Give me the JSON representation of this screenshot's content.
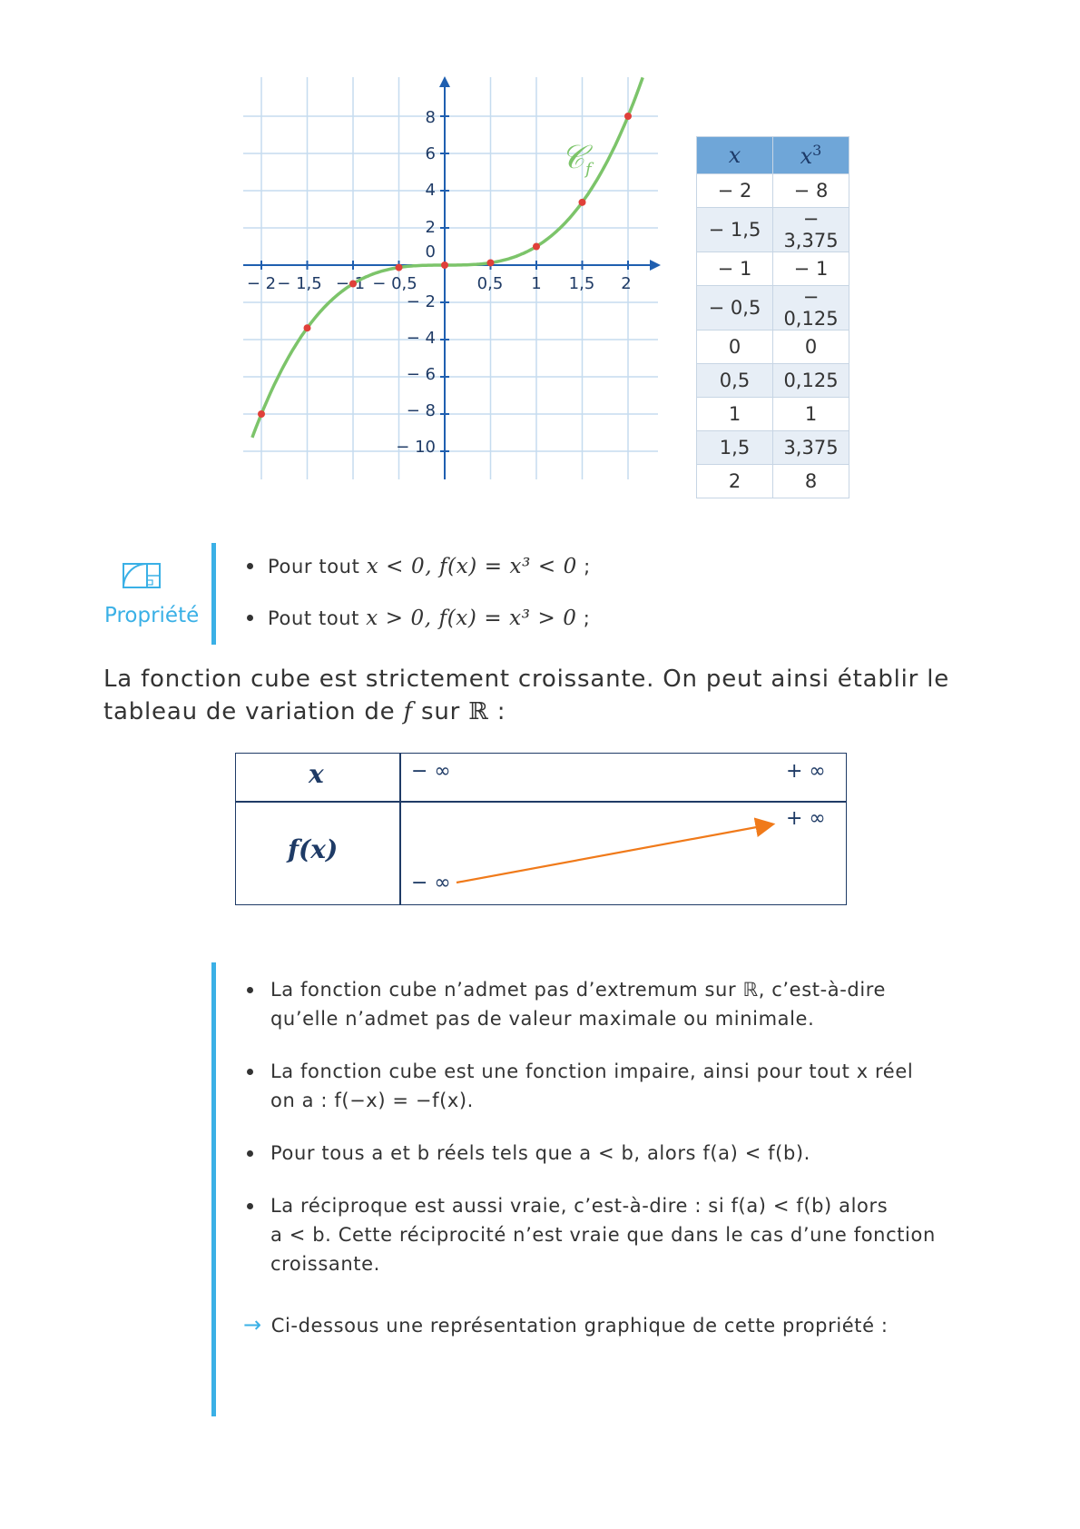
{
  "graph": {
    "curve_label": "𝒞",
    "curve_label_sub": "f",
    "x_ticks": [
      "− 2",
      "− 1,5",
      "− 1",
      "− 0,5",
      "0,5",
      "1",
      "1,5",
      "2"
    ],
    "y_ticks": [
      "8",
      "6",
      "4",
      "2",
      "0",
      "− 2",
      "− 4",
      "− 6",
      "− 8",
      "− 10"
    ],
    "curve_color": "#7cc46a",
    "point_color": "#e0403a"
  },
  "chart_data": {
    "type": "line",
    "x": [
      -2,
      -1.5,
      -1,
      -0.5,
      0,
      0.5,
      1,
      1.5,
      2
    ],
    "series": [
      {
        "values": [
          -8,
          -3.375,
          -1,
          -0.125,
          0,
          0.125,
          1,
          3.375,
          8
        ]
      }
    ],
    "xlim": [
      -2.1,
      2.3
    ],
    "ylim": [
      -11,
      10
    ],
    "grid": true,
    "legend": "none"
  },
  "values_table": {
    "headers": [
      "x",
      "x3"
    ],
    "rows": [
      [
        "− 2",
        "− 8"
      ],
      [
        "− 1,5",
        "− 3,375"
      ],
      [
        "− 1",
        "− 1"
      ],
      [
        "− 0,5",
        "− 0,125"
      ],
      [
        "0",
        "0"
      ],
      [
        "0,5",
        "0,125"
      ],
      [
        "1",
        "1"
      ],
      [
        "1,5",
        "3,375"
      ],
      [
        "2",
        "8"
      ]
    ]
  },
  "property": {
    "label": "Propriété",
    "bullets": [
      {
        "prefix": "Pour tout",
        "math": "x < 0, f(x) = x³ < 0",
        "suffix": " ;"
      },
      {
        "prefix": "Pout tout",
        "math": "x > 0, f(x) = x³ > 0",
        "suffix": " ;"
      }
    ]
  },
  "paragraph": {
    "line1": "La fonction cube est strictement croissante. On peut ainsi établir le",
    "line2_a": "tableau de variation de",
    "line2_f": "f",
    "line2_b": "sur",
    "line2_R": "ℝ",
    "line2_c": ":"
  },
  "variation_table": {
    "row1_label": "x",
    "row2_label": "f(x)",
    "x_start": "− ∞",
    "x_end": "+ ∞",
    "f_start": "− ∞",
    "f_end": "+ ∞",
    "arrow_color": "#f07a1a"
  },
  "remarks": [
    {
      "lines": [
        "La fonction cube n’admet pas d’extremum sur ℝ, c’est-à-dire",
        "qu’elle n’admet pas de valeur maximale ou minimale."
      ]
    },
    {
      "lines": [
        "La fonction cube est une fonction impaire, ainsi pour tout x réel",
        "on a : f(−x) = −f(x)."
      ]
    },
    {
      "lines": [
        "Pour tous a et b réels tels que a < b, alors f(a) < f(b)."
      ]
    },
    {
      "lines": [
        "La réciproque est aussi vraie, c’est-à-dire : si f(a) < f(b) alors",
        "a < b. Cette réciprocité n’est vraie que dans le cas d’une fonction",
        "croissante."
      ]
    }
  ],
  "arrow_note": "Ci-dessous une représentation graphique de cette propriété :",
  "accent_color": "#3ab0e6"
}
